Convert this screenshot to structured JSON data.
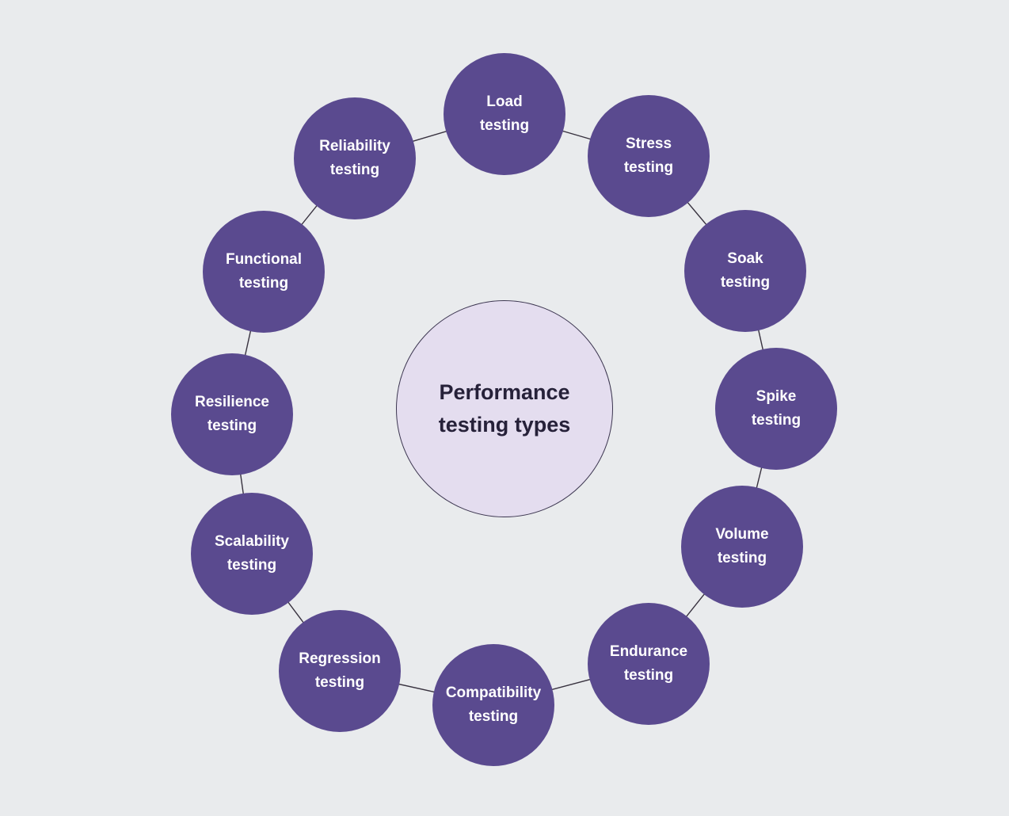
{
  "diagram": {
    "type": "cycle",
    "background_color": "#e9ebed",
    "center": {
      "title_line1": "Performance",
      "title_line2": "testing types",
      "fill": "#e4ddef",
      "border_color": "#3c3650",
      "text_color": "#262139"
    },
    "node_style": {
      "fill": "#5a4a8f",
      "text_color": "#ffffff",
      "connector_color": "#38323f"
    },
    "nodes": [
      {
        "label": "Load testing"
      },
      {
        "label": "Stress testing"
      },
      {
        "label": "Soak testing"
      },
      {
        "label": "Spike testing"
      },
      {
        "label": "Volume testing"
      },
      {
        "label": "Endurance testing"
      },
      {
        "label": "Compatibility testing"
      },
      {
        "label": "Regression testing"
      },
      {
        "label": "Scalability testing"
      },
      {
        "label": "Resilience testing"
      },
      {
        "label": "Functional testing"
      },
      {
        "label": "Reliability testing"
      }
    ]
  }
}
